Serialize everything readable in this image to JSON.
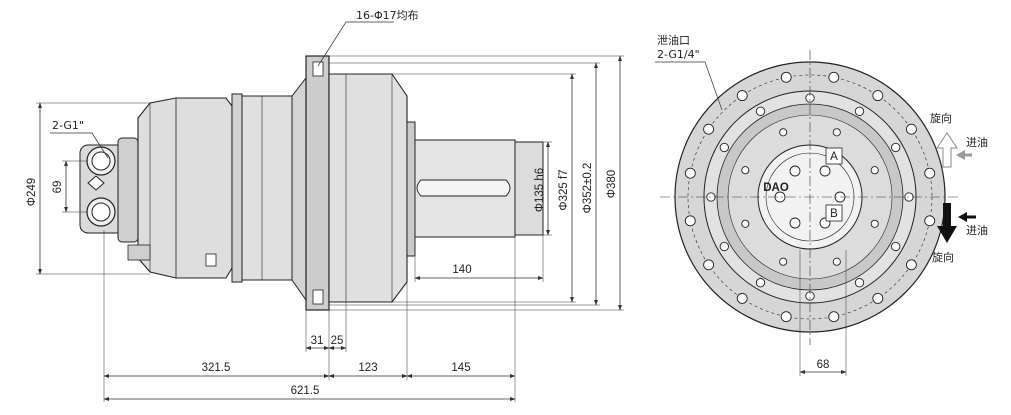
{
  "colors": {
    "body_fill": "#dedede",
    "body_shade": "#c9c9c9",
    "body_light": "#ebebeb",
    "outline": "#222222",
    "dimension_line": "#333333",
    "arrow_grey": "#9a9a9a",
    "arrow_dark": "#111111"
  },
  "side_view": {
    "flange_holes_note": "16-Φ17均布",
    "port_note": "2-G1\"",
    "dimensions": {
      "overall_height": "Φ249",
      "port_spacing": "69",
      "shaft_diameter": "Φ135 h6",
      "pilot_diameter": "Φ325 f7",
      "bolt_circle": "Φ352±0.2",
      "flange_diameter": "Φ380",
      "shaft_length": "140",
      "flange_thickness": "31",
      "flange_offset": "25",
      "motor_length": "321.5",
      "body_length": "123",
      "shaft_projection": "145",
      "total_length": "621.5"
    }
  },
  "end_view": {
    "drain_port_title": "泄油口",
    "drain_port_size": "2-G1/4\"",
    "port_spacing": "68",
    "rotation_top": {
      "direction": "旋向",
      "flow": "进油"
    },
    "rotation_bottom": {
      "flow": "进油",
      "direction": "旋向"
    },
    "cover_markings": [
      "A",
      "B",
      "DAO"
    ]
  }
}
